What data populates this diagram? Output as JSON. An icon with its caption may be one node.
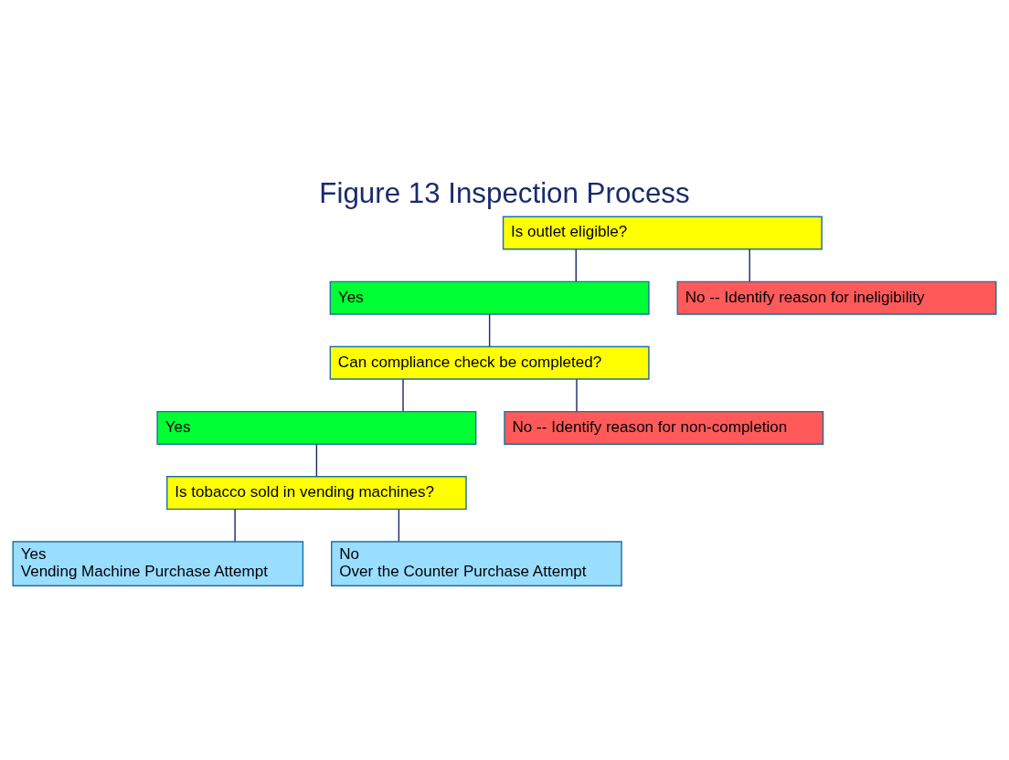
{
  "diagram": {
    "title": "Figure 13 Inspection Process",
    "nodes": [
      {
        "text": [
          "Is outlet eligible?"
        ]
      },
      {
        "text": [
          "Yes"
        ]
      },
      {
        "text": [
          "No -- Identify reason for ineligibility"
        ]
      },
      {
        "text": [
          "Can compliance check be completed?"
        ]
      },
      {
        "text": [
          "Yes"
        ]
      },
      {
        "text": [
          "No -- Identify reason for non-completion"
        ]
      },
      {
        "text": [
          "Is tobacco sold in vending machines?"
        ]
      },
      {
        "text": [
          "Yes",
          "Vending Machine Purchase Attempt"
        ]
      },
      {
        "text": [
          "No",
          "Over the Counter Purchase Attempt"
        ]
      }
    ],
    "edges": [
      {
        "from": 0,
        "to": 1,
        "arrow": "none"
      },
      {
        "from": 0,
        "to": 2,
        "arrow": "none"
      },
      {
        "from": 1,
        "to": 3,
        "arrow": "none"
      },
      {
        "from": 3,
        "to": 4,
        "arrow": "none"
      },
      {
        "from": 3,
        "to": 5,
        "arrow": "none"
      },
      {
        "from": 4,
        "to": 6,
        "arrow": "none"
      },
      {
        "from": 6,
        "to": 7,
        "arrow": "none"
      },
      {
        "from": 6,
        "to": 8,
        "arrow": "none"
      }
    ]
  }
}
